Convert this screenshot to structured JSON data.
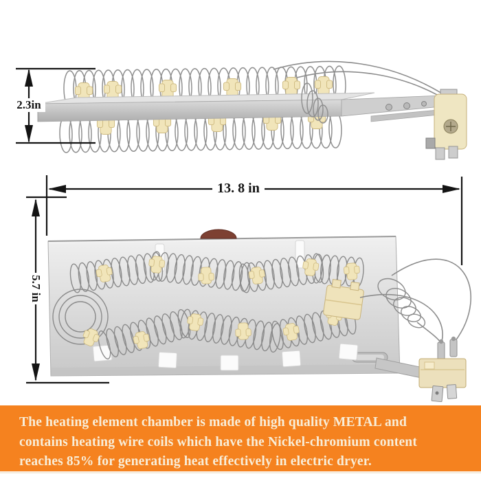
{
  "figures": {
    "side_view": {
      "height_dimension_label": "2.3in"
    },
    "top_view": {
      "width_dimension_label": "13. 8 in",
      "height_dimension_label": "5.7 in"
    }
  },
  "banner": {
    "lines": [
      "The heating element chamber is made of high quality METAL and",
      "contains heating wire coils which have the Nickel-chromium content",
      "reaches 85% for generating heat effectively in electric dryer."
    ],
    "background_color": "#f5821f",
    "text_color": "#f8eed9"
  },
  "colors": {
    "page_background": "#ffffff",
    "dimension_ink": "#141414",
    "coil_wire": "#8f8f8f",
    "metal_panel": "#d9d9d9",
    "ceramic_insulator": "#f1e5ba",
    "thermostat_dome": "#7d4032"
  }
}
